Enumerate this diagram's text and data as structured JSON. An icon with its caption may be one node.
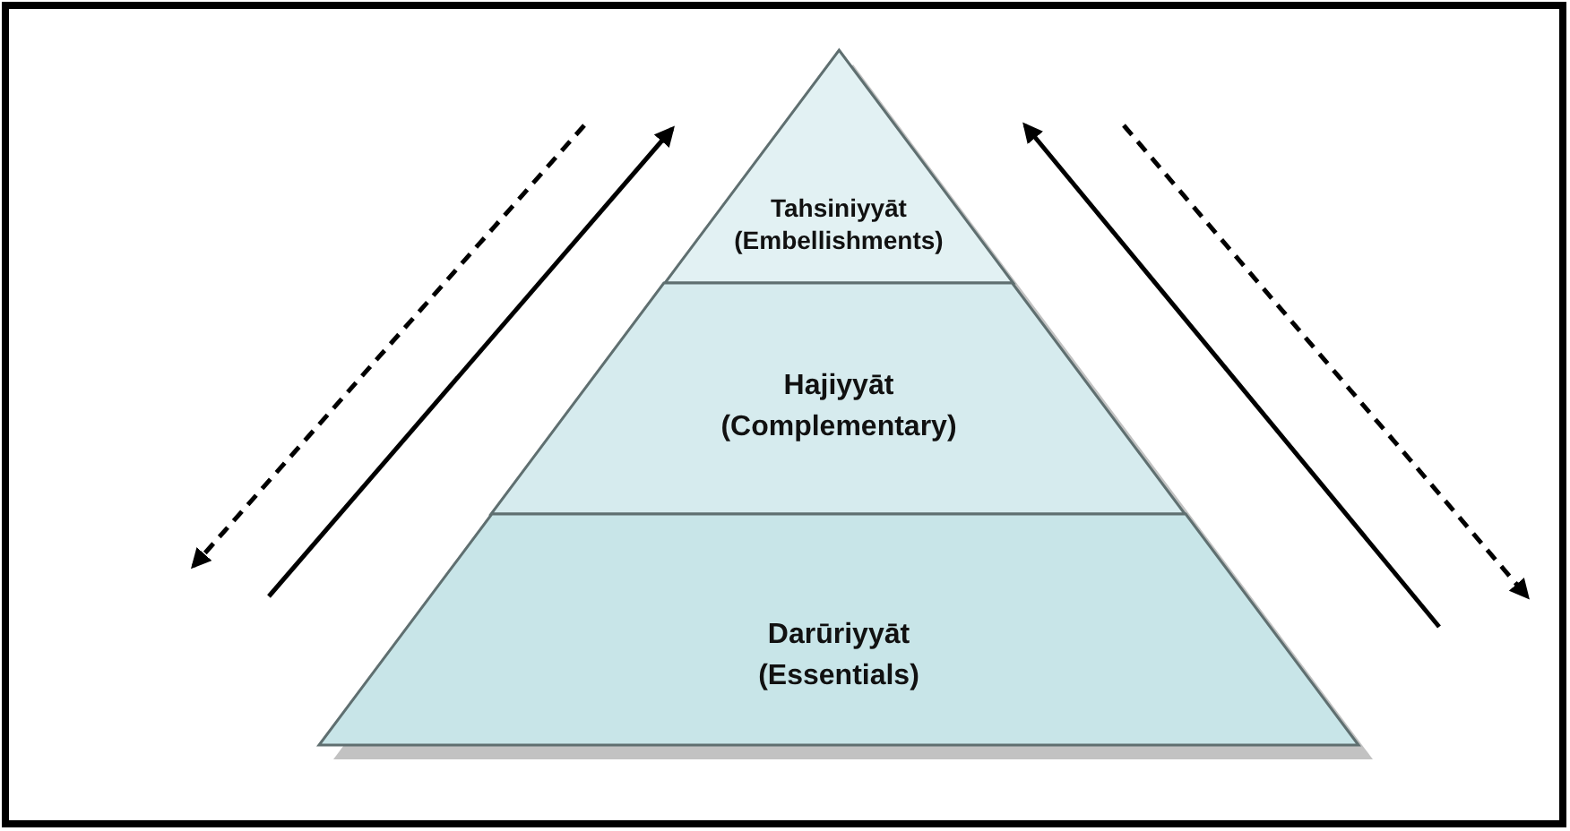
{
  "diagram": {
    "nodes": [
      {
        "text": [
          "Tahsiniyyāt",
          "(Embellishments)"
        ]
      },
      {
        "text": [
          "Hajiyyāt",
          "(Complementary)"
        ]
      },
      {
        "text": [
          "Darūriyyāt",
          "(Essentials)"
        ]
      }
    ]
  }
}
